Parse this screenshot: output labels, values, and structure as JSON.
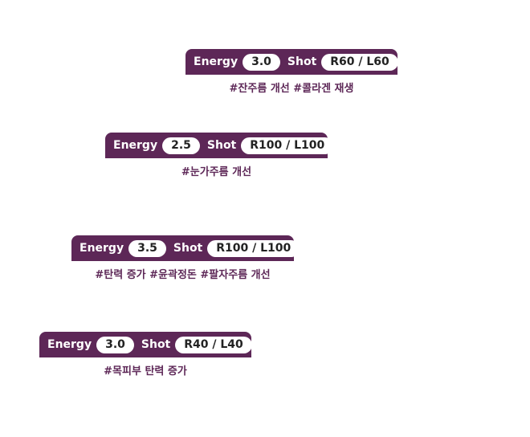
{
  "items": [
    {
      "energy_label": "Energy",
      "energy": "3.0",
      "shot_label": "Shot",
      "shot": "R60 / L60",
      "tags": "#잔주름 개선  #콜라겐 재생"
    },
    {
      "energy_label": "Energy",
      "energy": "2.5",
      "shot_label": "Shot",
      "shot": "R100 / L100",
      "tags": "#눈가주름 개선"
    },
    {
      "energy_label": "Energy",
      "energy": "3.5",
      "shot_label": "Shot",
      "shot": "R100 / L100",
      "tags": "#탄력 증가  #윤곽정돈  #팔자주름 개선"
    },
    {
      "energy_label": "Energy",
      "energy": "3.0",
      "shot_label": "Shot",
      "shot": "R40 / L40",
      "tags": "#목피부 탄력 증가"
    }
  ]
}
